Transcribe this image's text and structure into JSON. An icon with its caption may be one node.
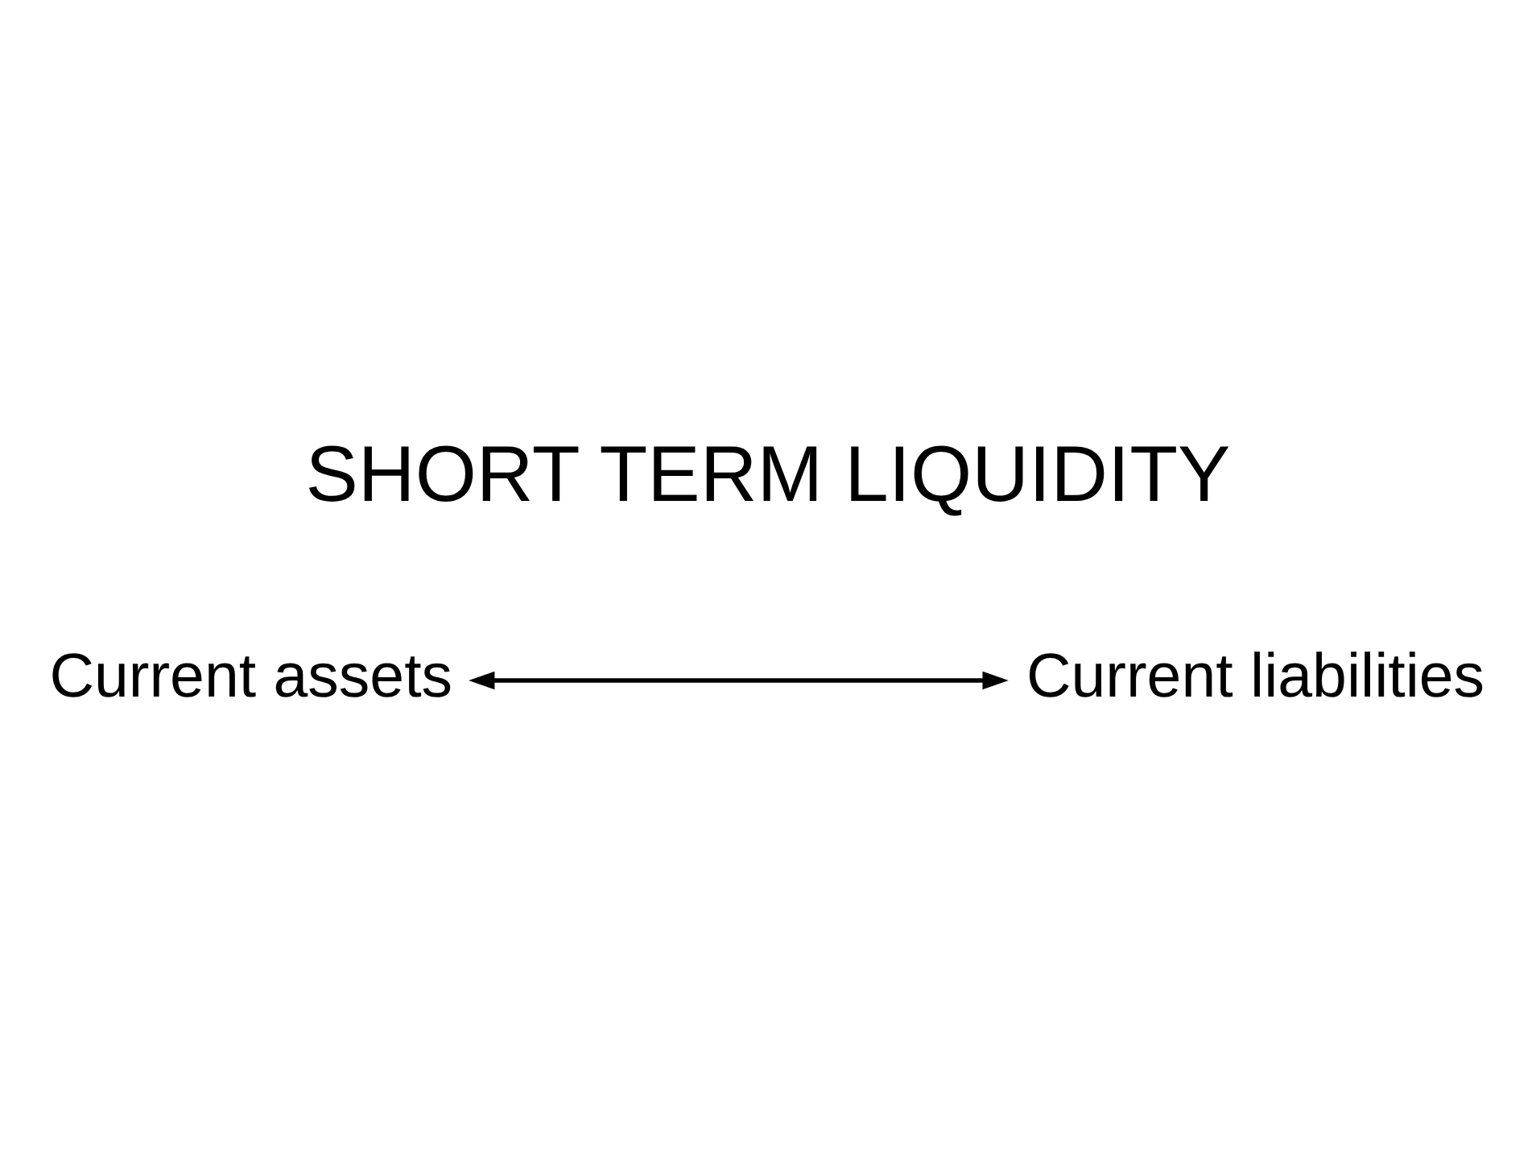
{
  "diagram": {
    "title": "SHORT TERM LIQUIDITY",
    "nodes": [
      {
        "text": [
          "Current assets"
        ]
      },
      {
        "text": [
          "Current liabilities"
        ]
      }
    ],
    "edges": [
      {
        "from": 0,
        "to": 1,
        "arrow": "both"
      }
    ]
  }
}
